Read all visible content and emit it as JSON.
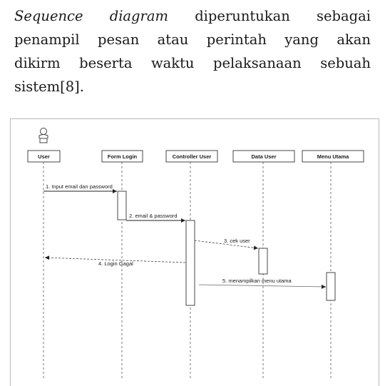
{
  "paragraph": {
    "term": "Sequence diagram",
    "line1_rest": "diperuntukan sebagai",
    "line2": "penampil pesan atau perintah yang akan",
    "line3": "dikirm beserta waktu pelaksanaan sebuah",
    "line4": "sistem[8]."
  },
  "diagram": {
    "lifelines": [
      "User",
      "Form Login",
      "Controller User",
      "Data User",
      "Menu Utama"
    ],
    "messages": [
      "1. Input email dan password",
      "2. email & password",
      "3. cek user",
      "4. Login Gagal",
      "5. menampilkan menu utama"
    ],
    "actor_icon": "user-actor-icon"
  }
}
